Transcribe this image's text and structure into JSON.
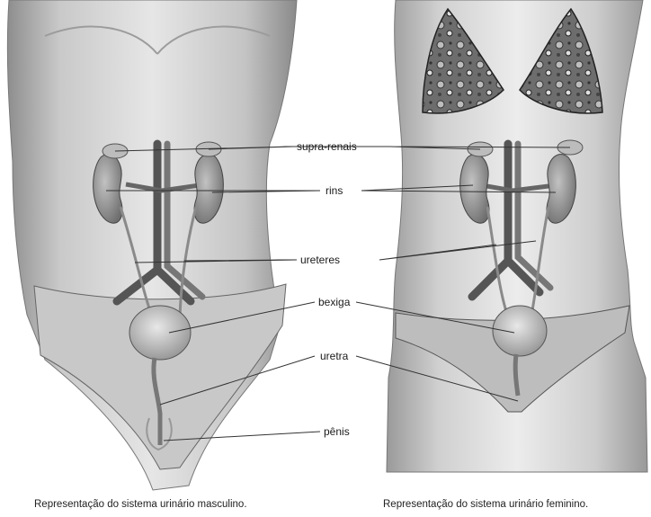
{
  "labels": {
    "adrenals": "supra-renais",
    "kidneys": "rins",
    "ureters": "ureteres",
    "bladder": "bexiga",
    "urethra": "uretra",
    "penis": "pênis"
  },
  "captions": {
    "male": "Representação do sistema urinário masculino.",
    "female": "Representação do sistema urinário feminino."
  },
  "colors": {
    "paper": "#ffffff",
    "skin_light": "#d9d9d9",
    "skin_dark": "#9a9a9a",
    "organ": "#8a8a8a",
    "leader_line": "#333333"
  }
}
